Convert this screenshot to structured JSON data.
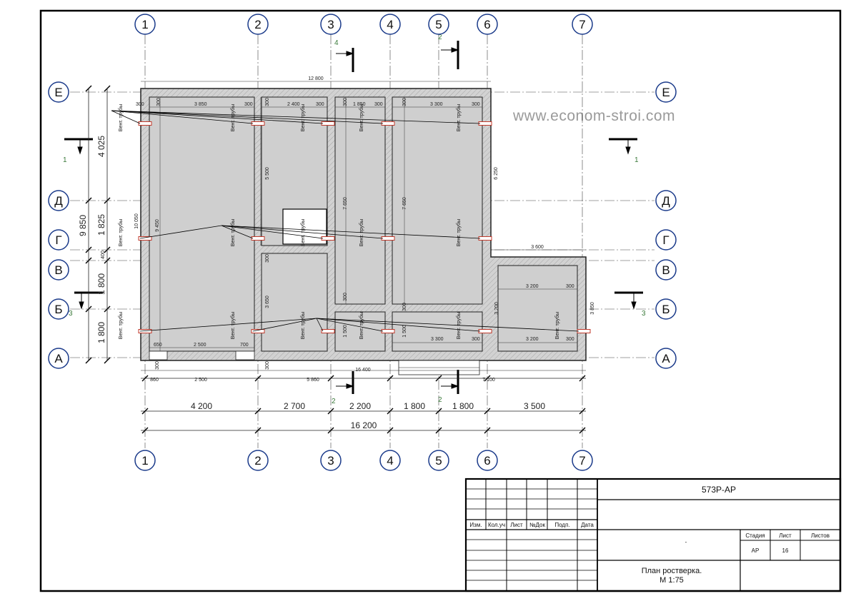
{
  "axes_vertical": [
    "1",
    "2",
    "3",
    "4",
    "5",
    "6",
    "7"
  ],
  "axes_horizontal": [
    "Е",
    "Д",
    "Г",
    "В",
    "Б",
    "А"
  ],
  "watermark": "www.econom-stroi.com",
  "section_marks": [
    "1",
    "1",
    "2",
    "2",
    "3",
    "3",
    "4"
  ],
  "vent_label": "Вент. трубы",
  "dimensions": {
    "bottom_spans": [
      "4 200",
      "2 700",
      "2 200",
      "1 800",
      "1 800",
      "3 500"
    ],
    "bottom_total": "16 200",
    "lower_line": [
      "860",
      "2 500",
      "5 860",
      "16 400",
      "7 100"
    ],
    "top_total": "12 800",
    "left_spans": [
      "4 025",
      "1 825",
      "400",
      "1 800",
      "1 800"
    ],
    "left_total": "9 850",
    "left_inner": "10 050",
    "right_upper": "6 250",
    "right_lower": "3 850",
    "wing_top": "3 600",
    "inner": [
      "300",
      "3 850",
      "300",
      "300",
      "2 400",
      "300",
      "300",
      "1 850",
      "300",
      "300",
      "3 300",
      "300",
      "9 450",
      "5 500",
      "7 650",
      "7 650",
      "300",
      "3 650",
      "1 500",
      "1 500",
      "300",
      "300",
      "3 200",
      "300",
      "3 200",
      "300",
      "3 300",
      "300",
      "3 200",
      "300",
      "650",
      "2 500",
      "700",
      "300",
      "300",
      "300",
      "300",
      "300",
      "300",
      "300",
      "300"
    ]
  },
  "title_block": {
    "code": "573Р-АР",
    "headers": [
      "Изм.",
      "Кол.уч",
      "Лист",
      "№Док",
      "Подп.",
      "Дата"
    ],
    "stage_headers": [
      "Стадия",
      "Лист",
      "Листов"
    ],
    "stage": "АР",
    "sheet": "16",
    "sheets": "",
    "dot": "-",
    "title_line1": "План ростверка.",
    "title_line2": "М 1:75"
  }
}
